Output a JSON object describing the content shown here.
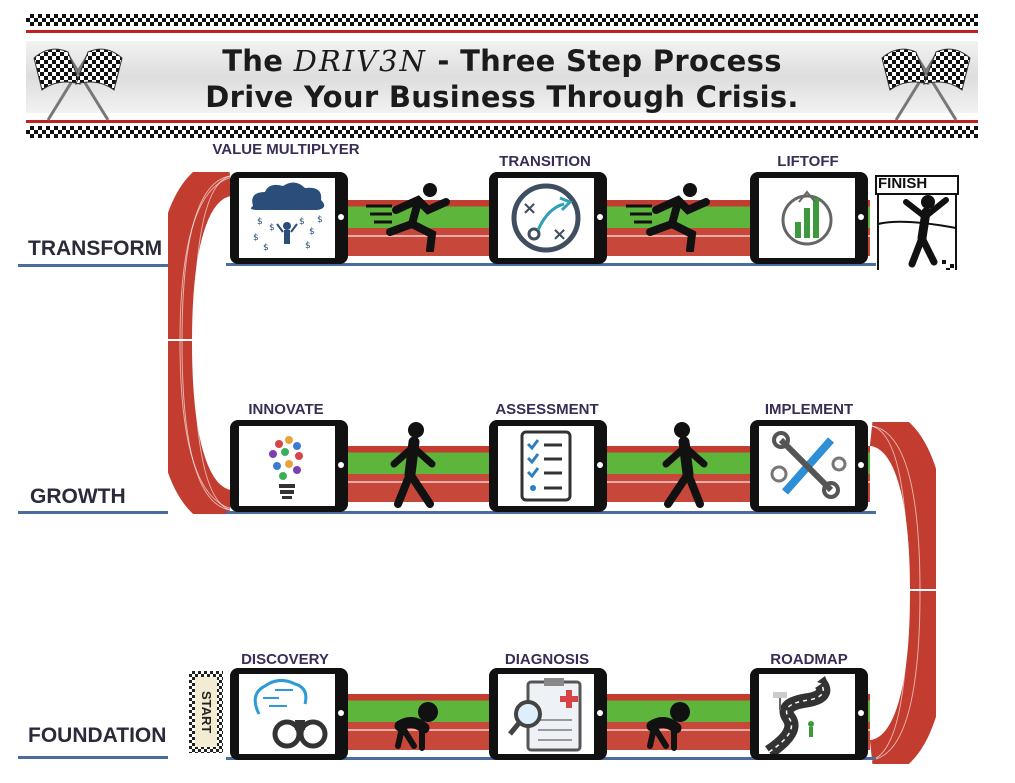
{
  "banner": {
    "title_prefix": "The",
    "brand": "DRIV3N",
    "title_suffix": " - Three Step Process",
    "subtitle": "Drive Your Business Through Crisis."
  },
  "levels": {
    "transform": "TRANSFORM",
    "growth": "GROWTH",
    "foundation": "FOUNDATION"
  },
  "steps": {
    "value_multiplyer": "VALUE MULTIPLYER",
    "transition": "TRANSITION",
    "liftoff": "LIFTOFF",
    "innovate": "INNOVATE",
    "assessment": "ASSESSMENT",
    "implement": "IMPLEMENT",
    "discovery": "DISCOVERY",
    "diagnosis": "DIAGNOSIS",
    "roadmap": "ROADMAP"
  },
  "markers": {
    "start": "START",
    "finish": "FINISH"
  },
  "colors": {
    "track_red": "#c23d2f",
    "track_green": "#5db53c",
    "label_purple": "#3a2d55",
    "line_blue": "#4b6d9d"
  }
}
